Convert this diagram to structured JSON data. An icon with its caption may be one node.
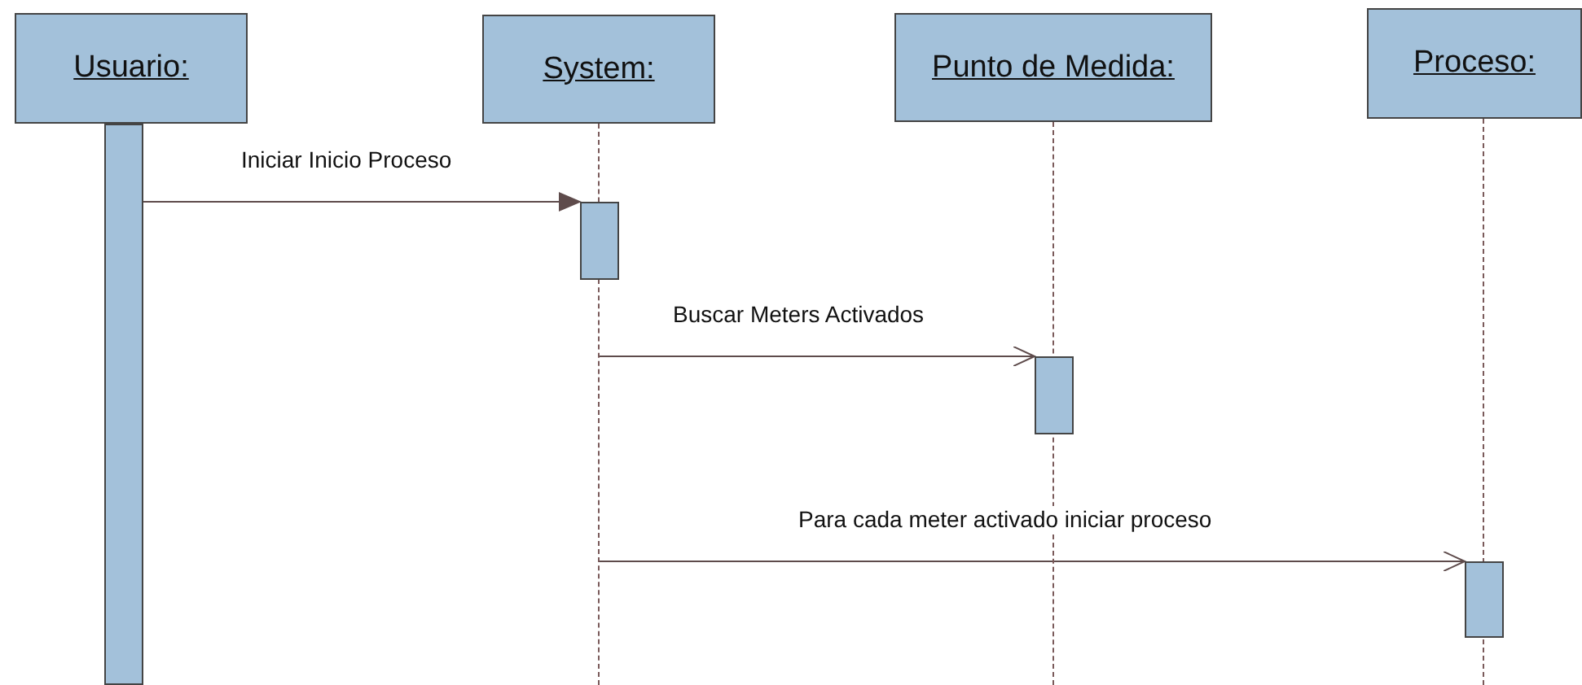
{
  "diagram": {
    "nodes": [
      {
        "text": [
          "Usuario:"
        ]
      },
      {
        "text": [
          "System:"
        ]
      },
      {
        "text": [
          "Punto de Medida:"
        ]
      },
      {
        "text": [
          "Proceso:"
        ]
      },
      {
        "text": [],
        "shape": "bar"
      },
      {
        "text": [],
        "shape": "bar"
      },
      {
        "text": [],
        "shape": "bar"
      },
      {
        "text": [],
        "shape": "bar"
      },
      {
        "text": [],
        "shape": "line"
      },
      {
        "text": [],
        "shape": "line"
      },
      {
        "text": [],
        "shape": "line"
      }
    ],
    "edges": [
      {
        "from": 4,
        "to": 5,
        "arrow": "to",
        "label": "Iniciar Inicio Proceso"
      },
      {
        "from": 8,
        "to": 6,
        "arrow": "to",
        "label": "Buscar Meters Activados"
      },
      {
        "from": 8,
        "to": 7,
        "arrow": "to",
        "label": "Para cada meter activado iniciar proceso"
      }
    ]
  }
}
